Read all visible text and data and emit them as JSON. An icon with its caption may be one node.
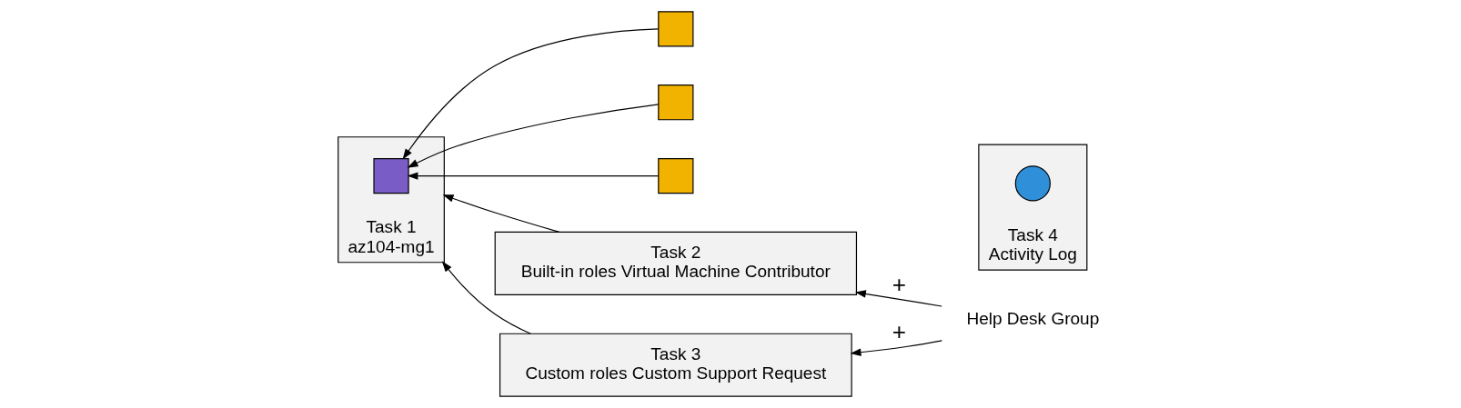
{
  "diagram": {
    "nodes": [
      {
        "text": [
          "Task 1",
          "az104-mg1"
        ]
      },
      {
        "text": [],
        "shape": "box",
        "in": 0
      },
      {
        "text": [],
        "shape": "box"
      },
      {
        "text": [],
        "shape": "box"
      },
      {
        "text": [],
        "shape": "box"
      },
      {
        "text": [
          "Task 2",
          "Built-in roles Virtual Machine Contributor"
        ]
      },
      {
        "text": [
          "Task 3",
          "Custom roles Custom Support Request"
        ]
      },
      {
        "text": [
          "Help Desk Group"
        ]
      },
      {
        "text": [
          "Task 4",
          "Activity Log"
        ]
      },
      {
        "text": [],
        "shape": "circle",
        "in": 8
      }
    ],
    "edges": [
      {
        "from": 5,
        "to": 0,
        "arrow": "to"
      },
      {
        "from": 6,
        "to": 0,
        "arrow": "to"
      },
      {
        "from": 7,
        "to": 5,
        "arrow": "to",
        "label": "+"
      },
      {
        "from": 7,
        "to": 6,
        "arrow": "to",
        "label": "+"
      },
      {
        "from": 2,
        "to": 1,
        "arrow": "to"
      },
      {
        "from": 3,
        "to": 1,
        "arrow": "to"
      },
      {
        "from": 4,
        "to": 1,
        "arrow": "to"
      }
    ]
  }
}
